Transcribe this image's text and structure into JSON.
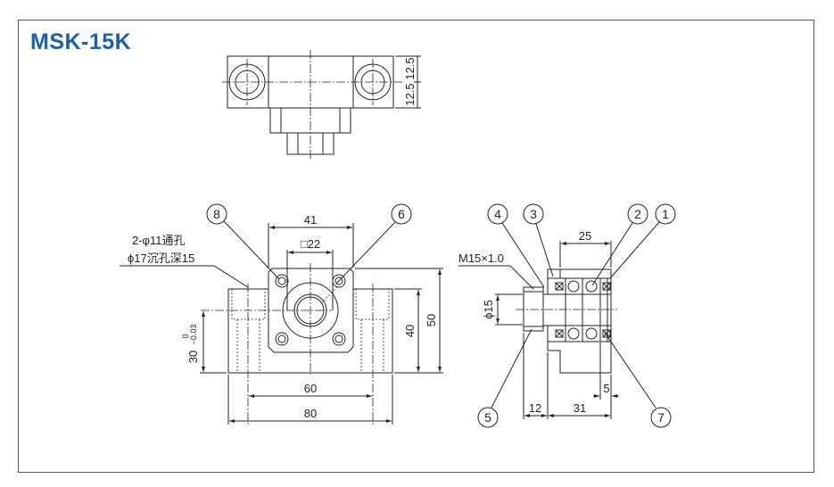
{
  "title": "MSK-15K",
  "accent_color": "#1b5fae",
  "top_view": {
    "dim_upper": "12.5",
    "dim_lower": "12.5"
  },
  "front_view": {
    "dim_41": "41",
    "dim_square": "□22",
    "dim_60": "60",
    "dim_80": "80",
    "dim_40": "40",
    "dim_50": "50",
    "dim_30": "30",
    "tol_upper": "0",
    "tol_lower": "−0.03",
    "note_line1": "2-φ11通孔",
    "note_line2": "ϕ17沉孔深15",
    "balloon_8": "8",
    "balloon_6": "6"
  },
  "side_view": {
    "thread_label": "M15×1.0",
    "dim_phi15": "ϕ15",
    "dim_25": "25",
    "dim_12": "12",
    "dim_31": "31",
    "dim_5": "5",
    "balloons": [
      "1",
      "2",
      "3",
      "4",
      "5",
      "7"
    ]
  }
}
